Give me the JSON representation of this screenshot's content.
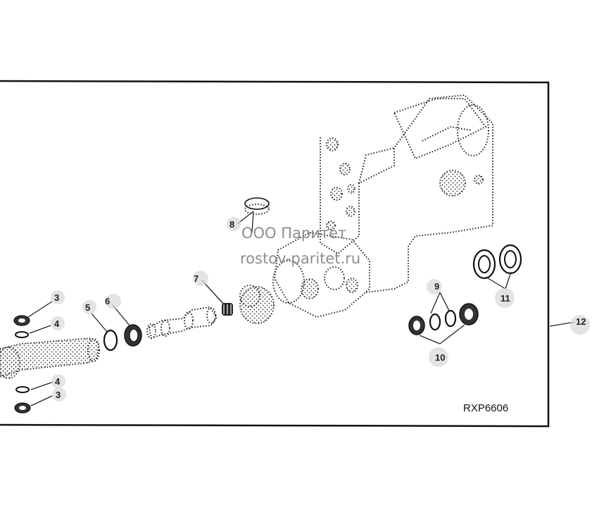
{
  "callouts": {
    "c3a": "3",
    "c4a": "4",
    "c4b": "4",
    "c3b": "3",
    "c5": "5",
    "c6": "6",
    "c7": "7",
    "c8": "8",
    "c9": "9",
    "c10": "10",
    "c11": "11",
    "c12": "12"
  },
  "watermark": {
    "line1": "ООО Паритет",
    "line2": "rostov-paritet.ru"
  },
  "reference": "RXP6606"
}
